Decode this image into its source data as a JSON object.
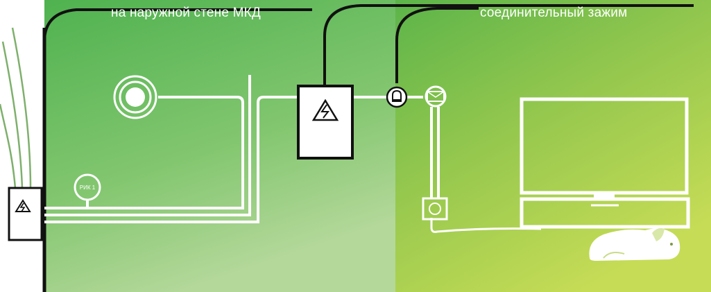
{
  "captions": {
    "left": "на наружной стене МКД",
    "right": "соединительный зажим"
  },
  "meter_label": "РИК 1",
  "colors": {
    "green_dark": "#4fb24f",
    "green_mid": "#7cc46a",
    "green_light": "#aed283",
    "lime": "#c5dc5a",
    "outline": "#111111",
    "line": "#ffffff"
  },
  "icons": {
    "high_voltage": "high-voltage-icon",
    "lamp": "lamp-icon",
    "bulb": "bulb-icon",
    "mail": "mail-icon",
    "outlet": "outlet-icon",
    "tv": "tv-icon",
    "dog": "dog-icon"
  }
}
